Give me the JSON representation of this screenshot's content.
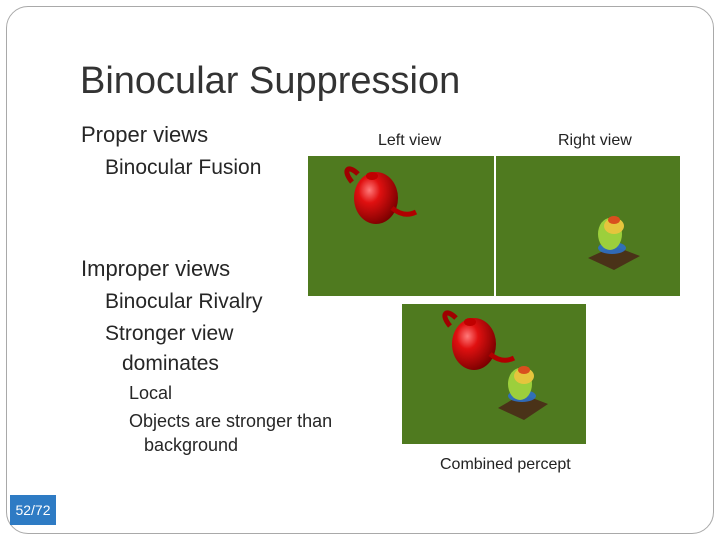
{
  "slide": {
    "title": "Binocular Suppression",
    "bullets": {
      "proper_views": "Proper views",
      "binocular_fusion": "Binocular Fusion",
      "improper_views": "Improper views",
      "binocular_rivalry": "Binocular Rivalry",
      "stronger_view_line1": "Stronger view",
      "stronger_view_line2": "dominates",
      "local": "Local",
      "objects_line1": "Objects are stronger than",
      "objects_line2": "background"
    },
    "bullet_glyph": "",
    "captions": {
      "left_view": "Left view",
      "right_view": "Right view",
      "combined": "Combined percept"
    },
    "page_number": "52/72"
  },
  "colors": {
    "grass": "#4f7a1f",
    "teapot": "#d40c0c",
    "page_badge": "#2e7bc4"
  }
}
